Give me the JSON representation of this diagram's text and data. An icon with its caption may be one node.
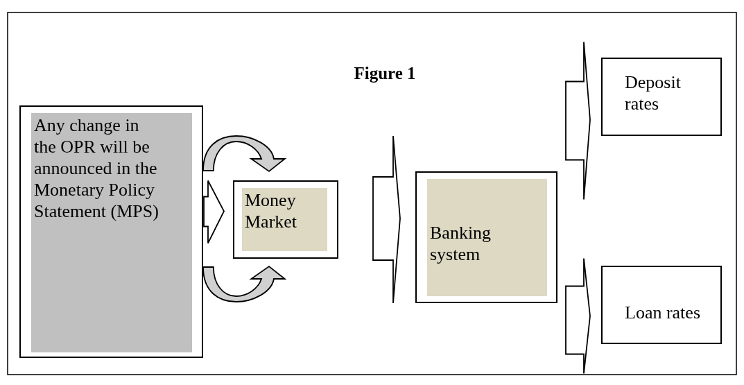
{
  "diagram": {
    "title": "Figure 1",
    "nodes": [
      {
        "text": [
          "Any change in the OPR will be announced in the Monetary Policy Statement (MPS)"
        ]
      },
      {
        "text": [
          "Money Market"
        ]
      },
      {
        "text": [
          "Banking system"
        ]
      },
      {
        "text": [
          "Deposit rates"
        ]
      },
      {
        "text": [
          "Loan rates"
        ]
      }
    ],
    "edges": [
      {
        "from": 0,
        "to": 1,
        "arrow": "to"
      },
      {
        "from": 0,
        "to": 1,
        "arrow": "to"
      },
      {
        "from": 0,
        "to": 1,
        "arrow": "to"
      },
      {
        "from": 1,
        "to": 2,
        "arrow": "to"
      },
      {
        "from": 2,
        "to": 3,
        "arrow": "to"
      },
      {
        "from": 2,
        "to": 4,
        "arrow": "to"
      }
    ]
  }
}
